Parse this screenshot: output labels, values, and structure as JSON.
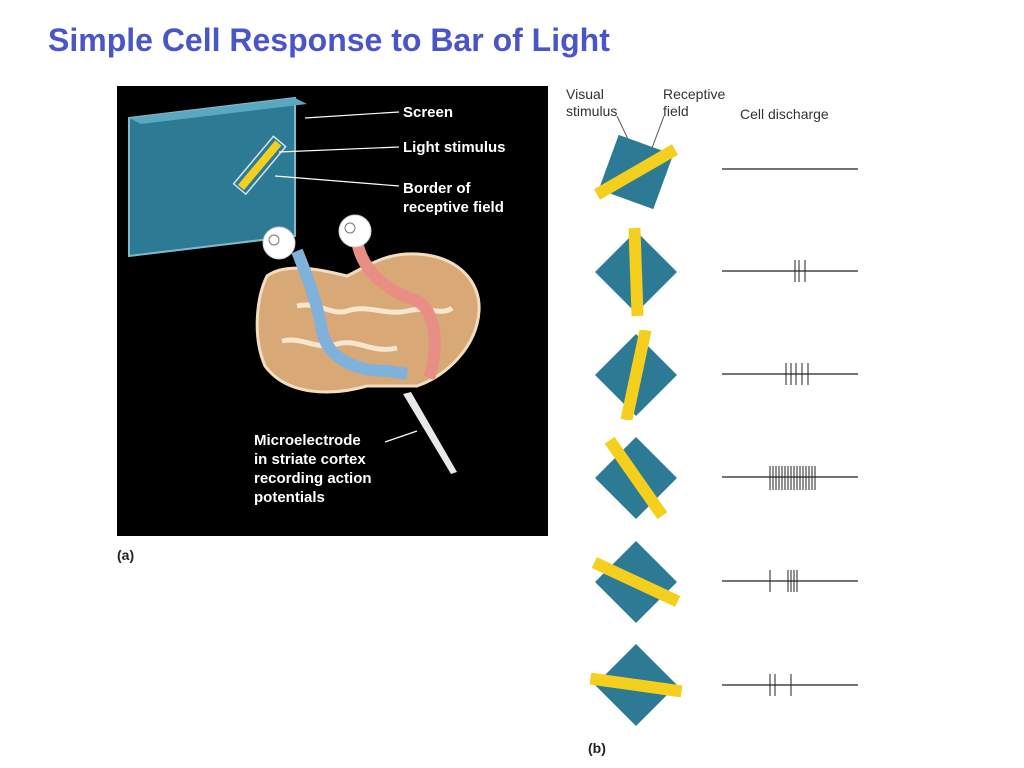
{
  "title": "Simple Cell Response to Bar of Light",
  "panel_a": {
    "labels": {
      "screen": "Screen",
      "light_stimulus": "Light stimulus",
      "border_line1": "Border of",
      "border_line2": "receptive field",
      "electrode_line1": "Microelectrode",
      "electrode_line2": "in striate cortex",
      "electrode_line3": "recording action",
      "electrode_line4": "potentials"
    },
    "caption": "(a)"
  },
  "panel_b": {
    "headers": {
      "stimulus_line1": "Visual",
      "stimulus_line2": "stimulus",
      "field_line1": "Receptive",
      "field_line2": "field",
      "discharge": "Cell discharge"
    },
    "caption": "(b)",
    "colors": {
      "field": "#2c7a93",
      "bar": "#f5cf1d",
      "trace": "#222222"
    }
  }
}
